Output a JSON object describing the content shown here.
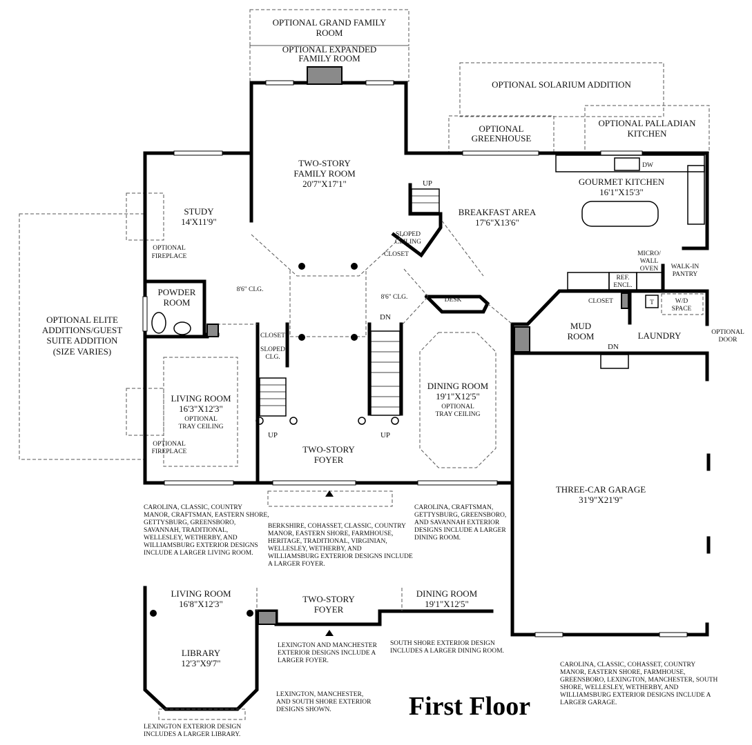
{
  "title": "First Floor",
  "rooms": {
    "grand_family": [
      "OPTIONAL GRAND FAMILY",
      "ROOM"
    ],
    "expanded_family": [
      "OPTIONAL EXPANDED",
      "FAMILY ROOM"
    ],
    "solarium": "OPTIONAL SOLARIUM ADDITION",
    "greenhouse": [
      "OPTIONAL",
      "GREENHOUSE"
    ],
    "palladian": [
      "OPTIONAL PALLADIAN",
      "KITCHEN"
    ],
    "family_room": [
      "TWO-STORY",
      "FAMILY ROOM",
      "20'7\"X17'1\""
    ],
    "study": [
      "STUDY",
      "14'X11'9\""
    ],
    "optional_fireplace": [
      "OPTIONAL",
      "FIREPLACE"
    ],
    "breakfast": [
      "BREAKFAST AREA",
      "17'6\"X13'6\""
    ],
    "kitchen": [
      "GOURMET KITCHEN",
      "16'1\"X15'3\""
    ],
    "dw": "DW",
    "sloped_ceiling": [
      "SLOPED",
      "CEILING"
    ],
    "closet": "CLOSET",
    "up": "UP",
    "dn": "DN",
    "micro": [
      "MICRO/",
      "WALL",
      "OVEN"
    ],
    "pantry": [
      "WALK-IN",
      "PANTRY"
    ],
    "ref": [
      "REF.",
      "ENCL."
    ],
    "powder": [
      "POWDER",
      "ROOM"
    ],
    "clg_86": "8'6\" CLG.",
    "desk": "DESK",
    "mud": [
      "MUD",
      "ROOM"
    ],
    "laundry": "LAUNDRY",
    "t": "T",
    "wd": [
      "W/D",
      "SPACE"
    ],
    "optional_door": [
      "OPTIONAL",
      "DOOR"
    ],
    "elite": [
      "OPTIONAL ELITE",
      "ADDITIONS/GUEST",
      "SUITE ADDITION",
      "(SIZE VARIES)"
    ],
    "sloped_clg": [
      "SLOPED",
      "CLG."
    ],
    "living": [
      "LIVING ROOM",
      "16'3\"X12'3\"",
      "OPTIONAL",
      "TRAY CEILING"
    ],
    "dining": [
      "DINING ROOM",
      "19'1\"X12'5\"",
      "OPTIONAL",
      "TRAY CEILING"
    ],
    "foyer": [
      "TWO-STORY",
      "FOYER"
    ],
    "garage": [
      "THREE-CAR GARAGE",
      "31'9\"X21'9\""
    ],
    "alt_living": [
      "LIVING ROOM",
      "16'8\"X12'3\""
    ],
    "alt_foyer": [
      "TWO-STORY",
      "FOYER"
    ],
    "alt_dining": [
      "DINING ROOM",
      "19'1\"X12'5\""
    ],
    "library": [
      "LIBRARY",
      "12'3\"X9'7\""
    ]
  },
  "notes": {
    "living_note": [
      "CAROLINA, CLASSIC, COUNTRY",
      "MANOR, CRAFTSMAN, EASTERN SHORE,",
      "GETTYSBURG, GREENSBORO,",
      "SAVANNAH, TRADITIONAL,",
      "WELLESLEY, WETHERBY, AND",
      "WILLIAMSBURG EXTERIOR DESIGNS",
      "INCLUDE A LARGER LIVING ROOM."
    ],
    "foyer_note": [
      "BERKSHIRE, COHASSET, CLASSIC, COUNTRY",
      "MANOR, EASTERN SHORE, FARMHOUSE,",
      "HERITAGE, TRADITIONAL, VIRGINIAN,",
      "WELLESLEY, WETHERBY, AND",
      "WILLIAMSBURG EXTERIOR DESIGNS INCLUDE",
      "A LARGER FOYER."
    ],
    "dining_note": [
      "CAROLINA, CRAFTSMAN,",
      "GETTYSBURG, GREENSBORO,",
      "AND SAVANNAH EXTERIOR",
      "DESIGNS INCLUDE A LARGER",
      "DINING ROOM."
    ],
    "garage_note": [
      "CAROLINA, CLASSIC, COHASSET, COUNTRY",
      "MANOR, EASTERN SHORE, FARMHOUSE,",
      "GREENSBORO, LEXINGTON, MANCHESTER, SOUTH",
      "SHORE, WELLESLEY, WETHERBY, AND",
      "WILLIAMSBURG EXTERIOR DESIGNS INCLUDE A",
      "LARGER GARAGE."
    ],
    "lex_foyer_note": [
      "LEXINGTON AND MANCHESTER",
      "EXTERIOR DESIGNS INCLUDE A",
      "LARGER FOYER."
    ],
    "south_note": [
      "SOUTH SHORE EXTERIOR DESIGN",
      "INCLUDES A LARGER DINING ROOM."
    ],
    "shown_note": [
      "LEXINGTON, MANCHESTER,",
      "AND SOUTH SHORE EXTERIOR",
      "DESIGNS SHOWN."
    ],
    "library_note": [
      "LEXINGTON EXTERIOR DESIGN",
      "INCLUDES A LARGER LIBRARY."
    ]
  }
}
